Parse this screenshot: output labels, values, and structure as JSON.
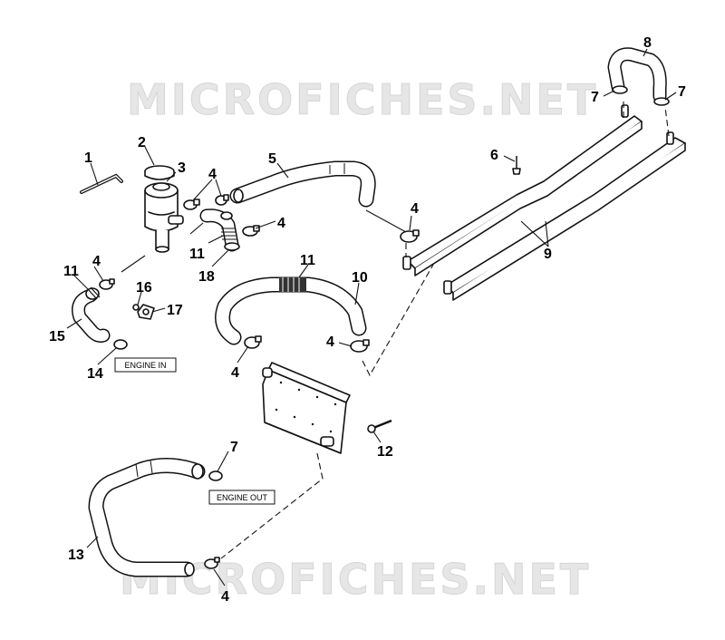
{
  "watermark": {
    "top": "MICROFICHES.NET",
    "bottom": "MICROFICHES.NET"
  },
  "boxes": {
    "engine_in": "ENGINE IN",
    "engine_out": "ENGINE OUT"
  },
  "callouts": {
    "c1": "1",
    "c2": "2",
    "c3": "3",
    "c4a": "4",
    "c4b": "4",
    "c4c": "4",
    "c4d": "4",
    "c4e": "4",
    "c4f": "4",
    "c4g": "4",
    "c5": "5",
    "c6": "6",
    "c7a": "7",
    "c7b": "7",
    "c7c": "7",
    "c8": "8",
    "c9": "9",
    "c10": "10",
    "c11a": "11",
    "c11b": "11",
    "c11c": "11",
    "c12": "12",
    "c13": "13",
    "c14": "14",
    "c15": "15",
    "c16": "16",
    "c17": "17",
    "c18": "18"
  },
  "colors": {
    "line": "#111111",
    "watermark": "#e6e6e6"
  }
}
